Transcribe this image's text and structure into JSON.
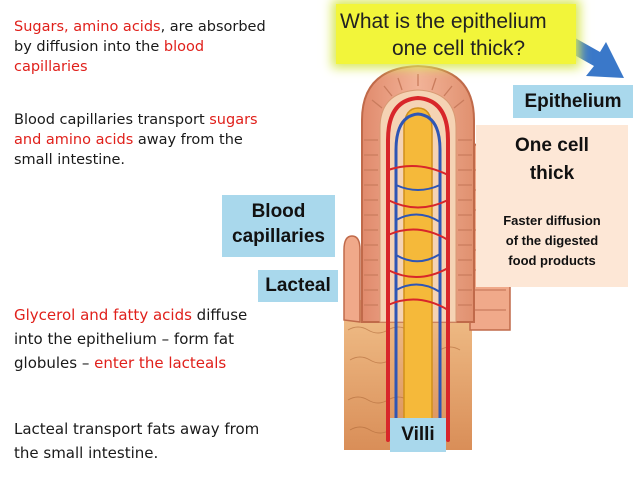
{
  "left_text": {
    "p1": {
      "r1": "Sugars, amino acids",
      "t1": ", are absorbed",
      "t2": "by diffusion into the ",
      "r2": "blood",
      "r3": "capillaries"
    },
    "p2": {
      "t1": "Blood capillaries transport ",
      "r1": "sugars",
      "r2": "and amino acids",
      "t2": " away from the",
      "t3": "small intestine."
    },
    "p3": {
      "r1": "Glycerol and fatty acids",
      "t1": " diffuse",
      "t2": "into the epithelium – form fat",
      "t3": "globules – ",
      "r2": "enter the lacteals"
    },
    "p4": {
      "t1": "Lacteal transport fats away from",
      "t2": "the small intestine."
    }
  },
  "question": {
    "line1": "What is the epithelium",
    "line2": "one cell thick?"
  },
  "labels": {
    "epithelium": "Epithelium",
    "blood_line1": "Blood",
    "blood_line2": "capillaries",
    "lacteal": "Lacteal",
    "villi": "Villi"
  },
  "answer": {
    "line1": "One cell",
    "line2": "thick",
    "line3": "Faster diffusion",
    "line4": "of the digested",
    "line5": "food products"
  },
  "colors": {
    "accent_red": "#e0201b",
    "label_blue": "#a9d8ec",
    "highlight_yellow": "#f2f53a",
    "answer_peach": "#fde7d6",
    "arrow_blue": "#3a78c9"
  }
}
